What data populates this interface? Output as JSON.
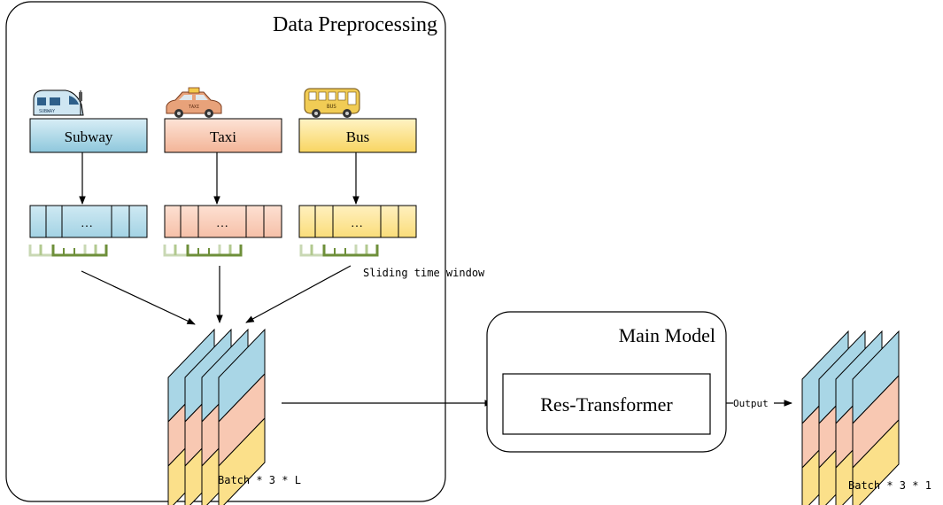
{
  "preprocessing": {
    "title": "Data Preprocessing",
    "sources": [
      {
        "label": "Subway",
        "color": "#a9d6e6",
        "icon": "subway-train-icon",
        "badge": "SUBWAY"
      },
      {
        "label": "Taxi",
        "color": "#f8c8b2",
        "icon": "taxi-car-icon",
        "badge": "TAXI"
      },
      {
        "label": "Bus",
        "color": "#fbe08a",
        "icon": "bus-icon",
        "badge": "BUS"
      }
    ],
    "sequence_ellipsis": "…",
    "window_label": "Sliding time window",
    "batch_label": "Batch * 3 * L"
  },
  "model": {
    "title": "Main Model",
    "block_label": "Res-Transformer",
    "output_label": "Output"
  },
  "result": {
    "batch_label": "Batch * 3 * 1"
  },
  "colors": {
    "subway": "#a9d6e6",
    "taxi": "#f8c8b2",
    "bus": "#fbe08a",
    "window_dark": "#6e8f3a",
    "window_light": "#c9d8b4"
  }
}
